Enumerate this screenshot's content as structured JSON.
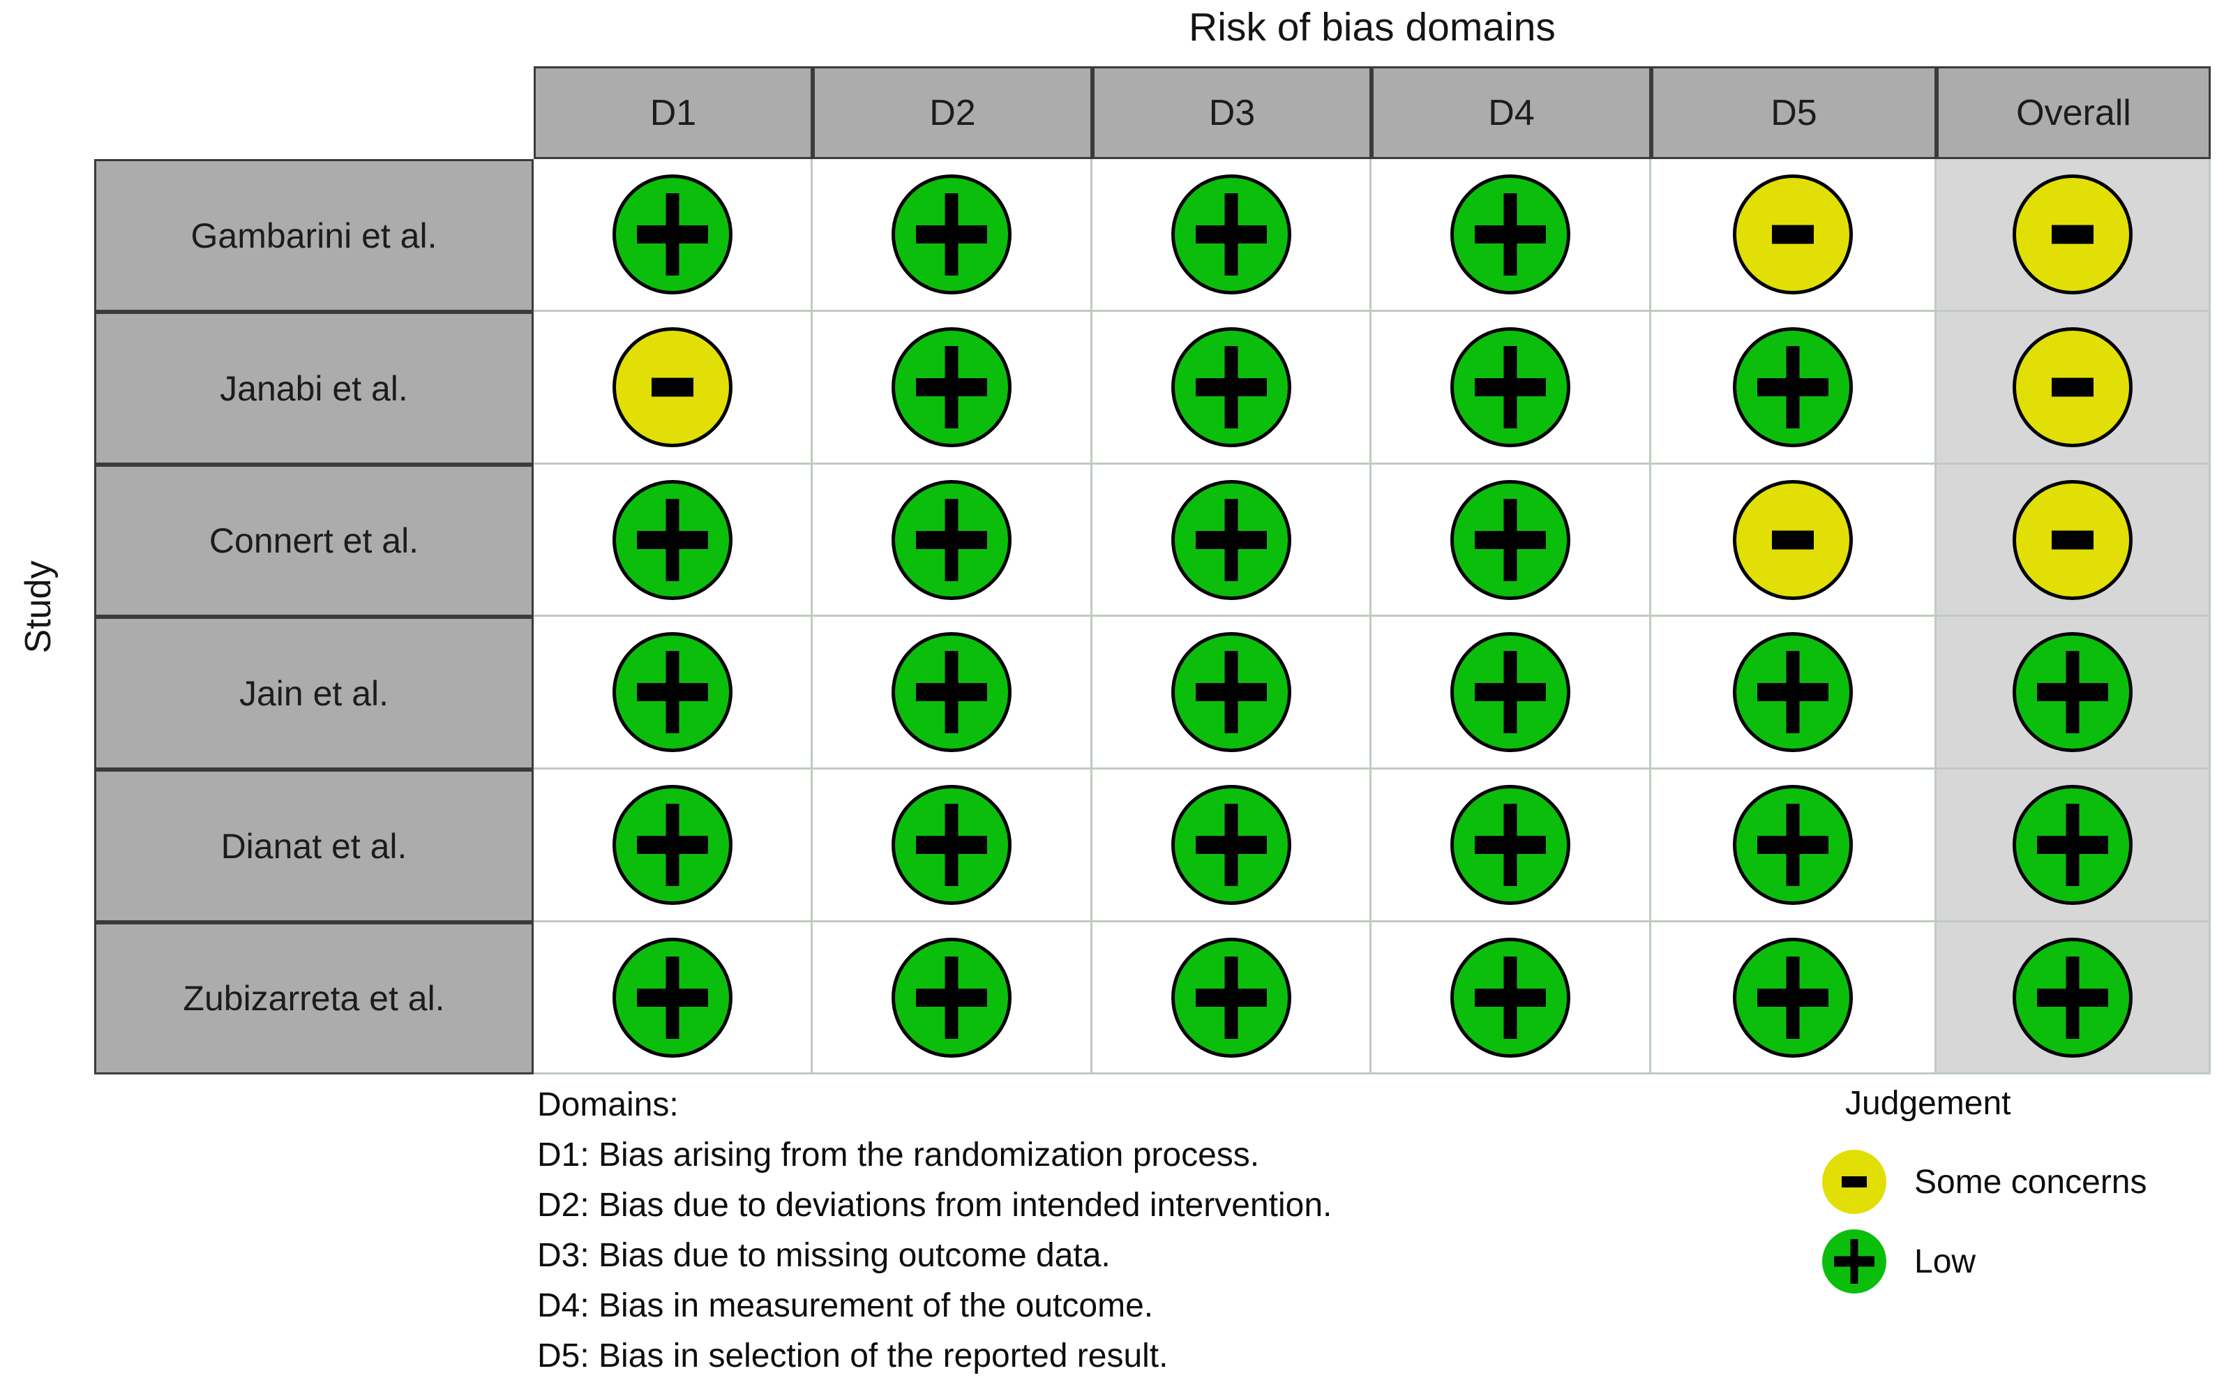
{
  "chart_data": {
    "type": "heatmap",
    "subtype": "risk-of-bias-traffic-light",
    "title": "Risk of bias domains",
    "row_axis_label": "Study",
    "columns": [
      "D1",
      "D2",
      "D3",
      "D4",
      "D5",
      "Overall"
    ],
    "rows": [
      {
        "study": "Gambarini et al.",
        "judgements": [
          "low",
          "low",
          "low",
          "low",
          "some",
          "some"
        ]
      },
      {
        "study": "Janabi et al.",
        "judgements": [
          "some",
          "low",
          "low",
          "low",
          "low",
          "some"
        ]
      },
      {
        "study": "Connert et al.",
        "judgements": [
          "low",
          "low",
          "low",
          "low",
          "some",
          "some"
        ]
      },
      {
        "study": "Jain et al.",
        "judgements": [
          "low",
          "low",
          "low",
          "low",
          "low",
          "low"
        ]
      },
      {
        "study": "Dianat et al.",
        "judgements": [
          "low",
          "low",
          "low",
          "low",
          "low",
          "low"
        ]
      },
      {
        "study": "Zubizarreta et al.",
        "judgements": [
          "low",
          "low",
          "low",
          "low",
          "low",
          "low"
        ]
      }
    ],
    "judgement_symbols": {
      "low": "+",
      "some": "-"
    },
    "judgement_labels": {
      "low": "Low",
      "some": "Some concerns"
    },
    "legend": {
      "title": "Judgement",
      "items": [
        {
          "code": "some",
          "symbol": "-",
          "label": "Some concerns"
        },
        {
          "code": "low",
          "symbol": "+",
          "label": "Low"
        }
      ]
    },
    "domains_note": {
      "heading": "Domains:",
      "lines": [
        "D1: Bias arising from the randomization process.",
        "D2: Bias due to deviations from intended intervention.",
        "D3: Bias due to missing outcome data.",
        "D4: Bias in measurement of the outcome.",
        "D5: Bias in selection of the reported result."
      ]
    },
    "colors": {
      "low": "#0CBE0C",
      "some": "#E2DF07",
      "header_bg": "#ACACAC",
      "overall_bg": "#D7D7D7",
      "grid_line": "#BFCCBF",
      "dark_border": "#3B3B3B",
      "circle_border": "#000000"
    },
    "layout": {
      "grid_on": true,
      "legend_position": "bottom-right"
    }
  }
}
